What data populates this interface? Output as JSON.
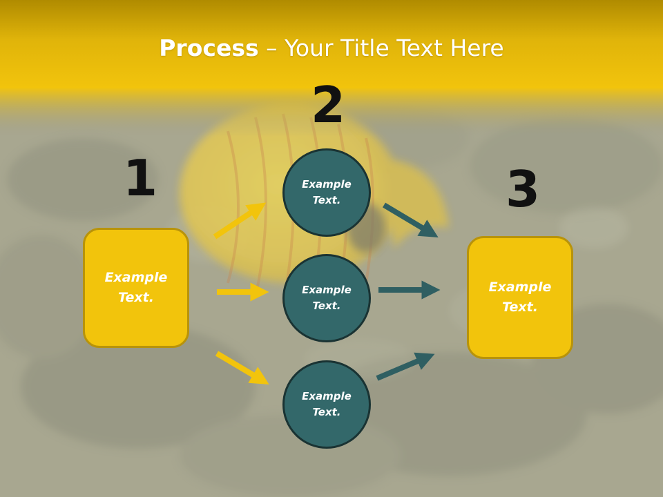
{
  "title": {
    "bold": "Process",
    "rest": " – Your Title Text Here"
  },
  "steps": [
    {
      "number": "1",
      "text": "Example Text."
    },
    {
      "number": "2",
      "items": [
        "Example Text.",
        "Example Text.",
        "Example Text."
      ]
    },
    {
      "number": "3",
      "text": "Example Text."
    }
  ],
  "colors": {
    "box_fill": "#f2c40c",
    "box_border": "#b8930a",
    "circle_fill": "#33686a",
    "circle_border": "#1a3333",
    "yellow_arrow": "#f2c40c",
    "teal_arrow": "#2f5f62",
    "header_band": "#f0c20a"
  }
}
